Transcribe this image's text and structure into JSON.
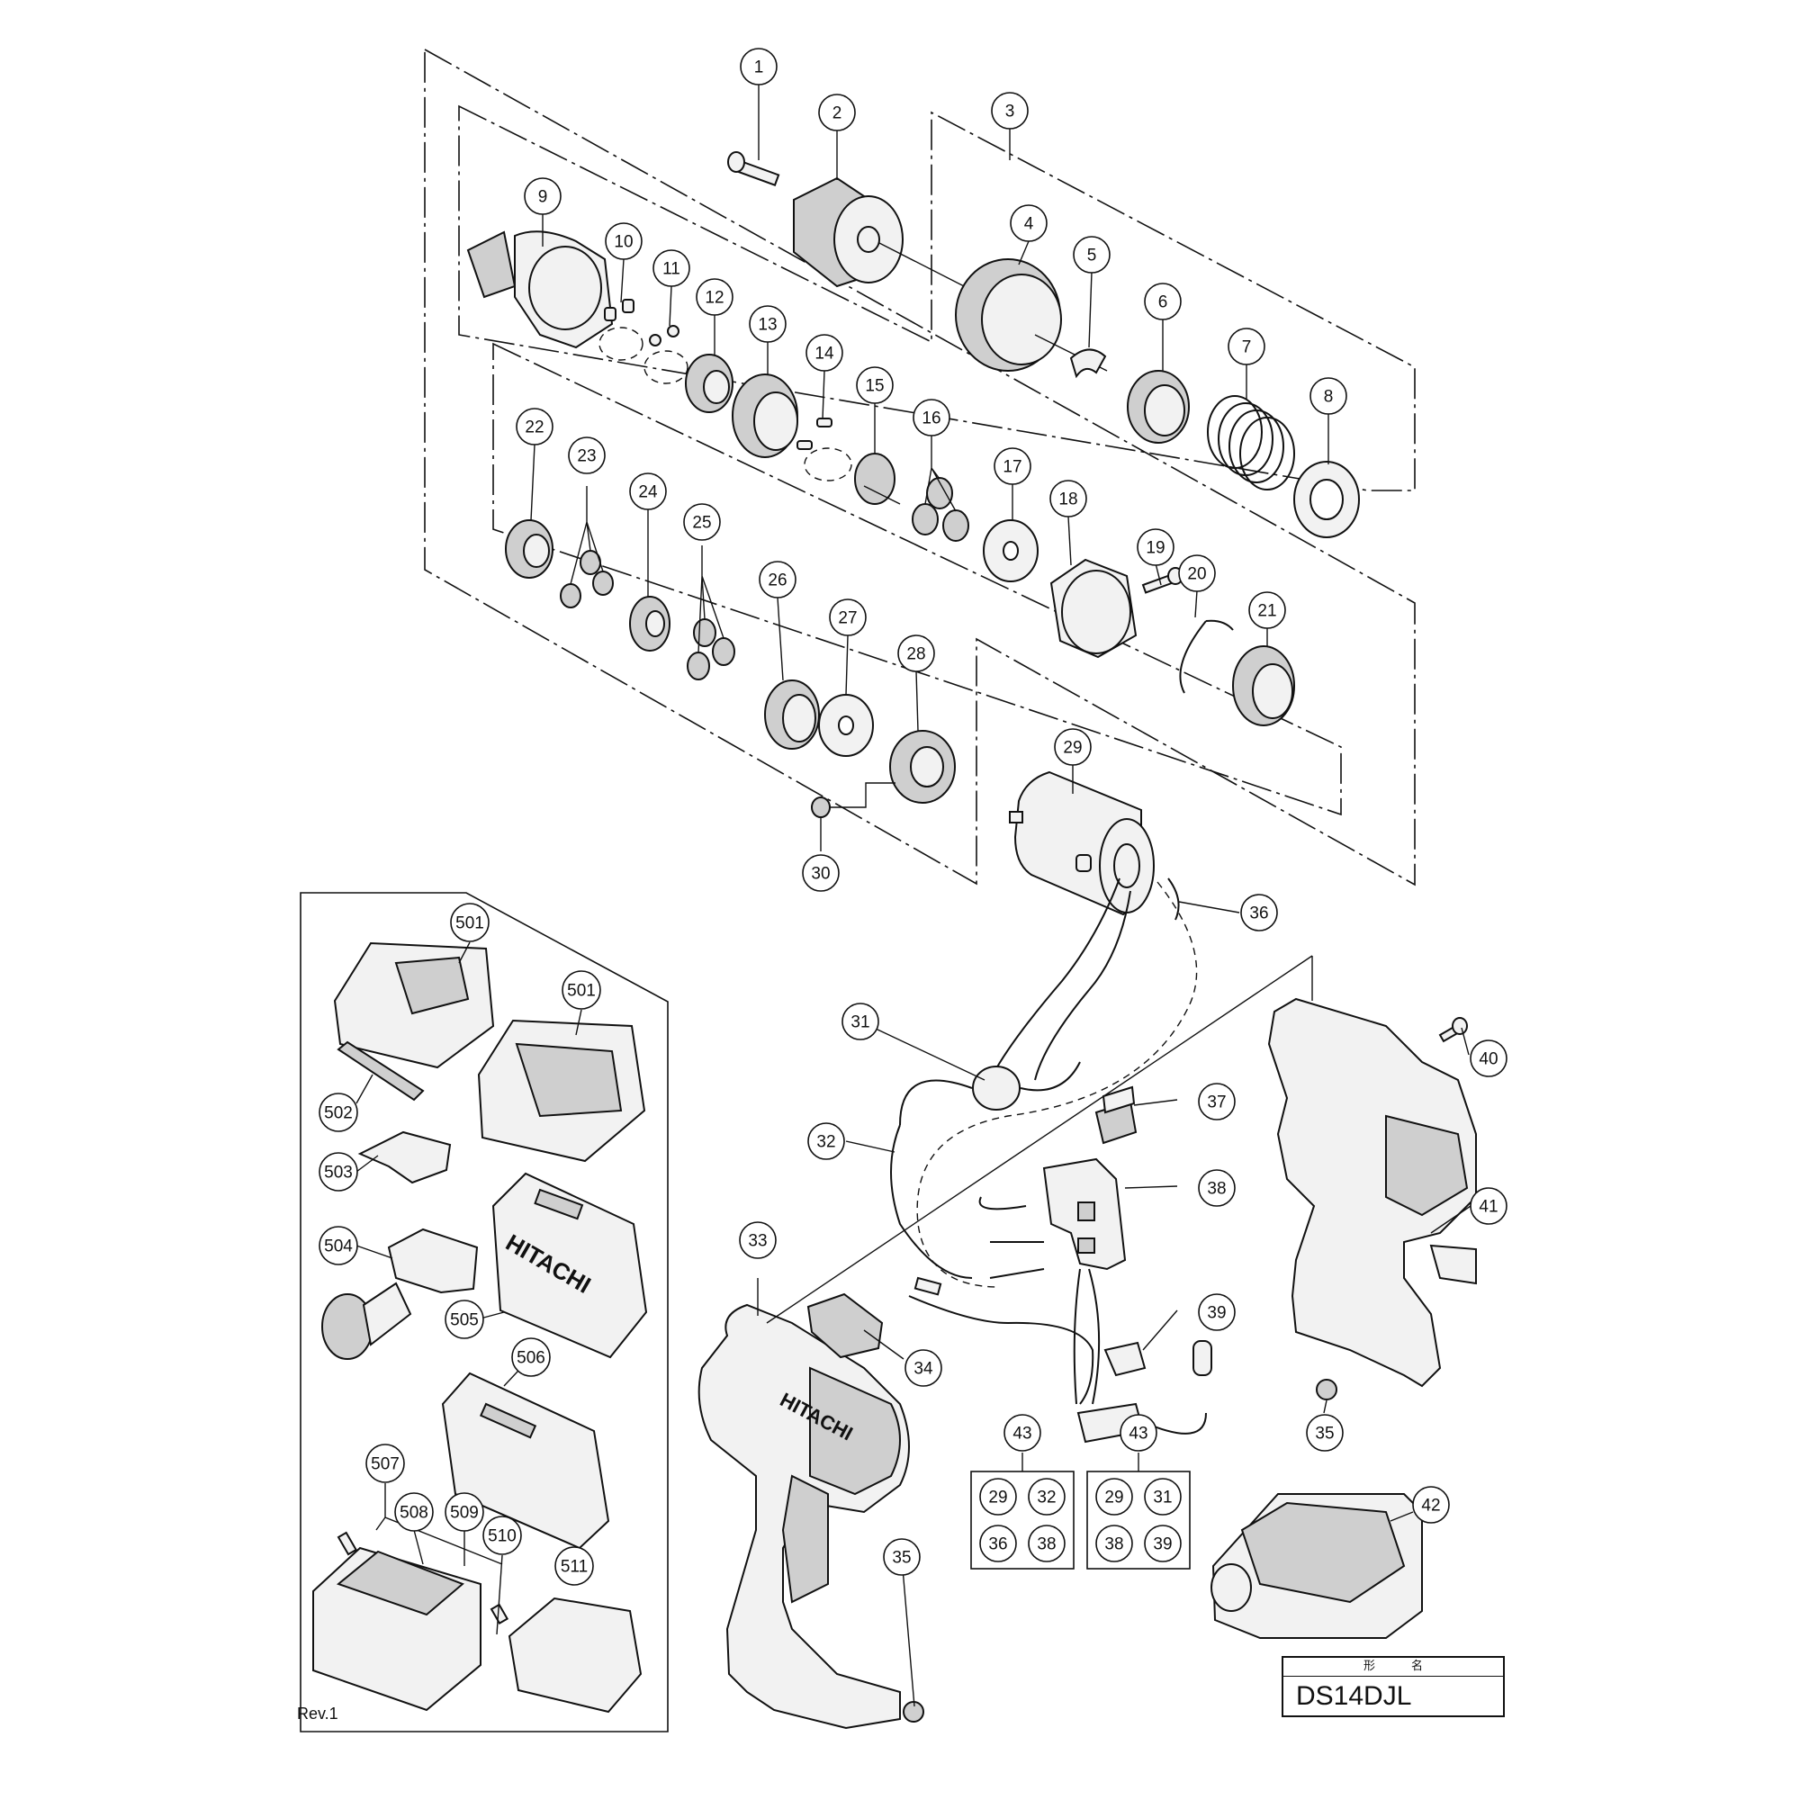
{
  "diagram": {
    "callouts": [
      {
        "id": "c1",
        "text": "1"
      },
      {
        "id": "c2",
        "text": "2"
      },
      {
        "id": "c3",
        "text": "3"
      },
      {
        "id": "c4",
        "text": "4"
      },
      {
        "id": "c5",
        "text": "5"
      },
      {
        "id": "c6",
        "text": "6"
      },
      {
        "id": "c7",
        "text": "7"
      },
      {
        "id": "c8",
        "text": "8"
      },
      {
        "id": "c9",
        "text": "9"
      },
      {
        "id": "c10",
        "text": "10"
      },
      {
        "id": "c11",
        "text": "11"
      },
      {
        "id": "c12",
        "text": "12"
      },
      {
        "id": "c13",
        "text": "13"
      },
      {
        "id": "c14",
        "text": "14"
      },
      {
        "id": "c15",
        "text": "15"
      },
      {
        "id": "c16",
        "text": "16"
      },
      {
        "id": "c17",
        "text": "17"
      },
      {
        "id": "c18",
        "text": "18"
      },
      {
        "id": "c19",
        "text": "19"
      },
      {
        "id": "c20",
        "text": "20"
      },
      {
        "id": "c21",
        "text": "21"
      },
      {
        "id": "c22",
        "text": "22"
      },
      {
        "id": "c23",
        "text": "23"
      },
      {
        "id": "c24",
        "text": "24"
      },
      {
        "id": "c25",
        "text": "25"
      },
      {
        "id": "c26",
        "text": "26"
      },
      {
        "id": "c27",
        "text": "27"
      },
      {
        "id": "c28",
        "text": "28"
      },
      {
        "id": "c29",
        "text": "29"
      },
      {
        "id": "c30",
        "text": "30"
      },
      {
        "id": "c31",
        "text": "31"
      },
      {
        "id": "c32",
        "text": "32"
      },
      {
        "id": "c33",
        "text": "33"
      },
      {
        "id": "c34",
        "text": "34"
      },
      {
        "id": "c35a",
        "text": "35"
      },
      {
        "id": "c35b",
        "text": "35"
      },
      {
        "id": "c36",
        "text": "36"
      },
      {
        "id": "c37",
        "text": "37"
      },
      {
        "id": "c38",
        "text": "38"
      },
      {
        "id": "c39",
        "text": "39"
      },
      {
        "id": "c40",
        "text": "40"
      },
      {
        "id": "c41",
        "text": "41"
      },
      {
        "id": "c42",
        "text": "42"
      },
      {
        "id": "c43a",
        "text": "43"
      },
      {
        "id": "c43b",
        "text": "43"
      },
      {
        "id": "c501a",
        "text": "501"
      },
      {
        "id": "c501b",
        "text": "501"
      },
      {
        "id": "c502",
        "text": "502"
      },
      {
        "id": "c503",
        "text": "503"
      },
      {
        "id": "c504",
        "text": "504"
      },
      {
        "id": "c505",
        "text": "505"
      },
      {
        "id": "c506",
        "text": "506"
      },
      {
        "id": "c507",
        "text": "507"
      },
      {
        "id": "c508",
        "text": "508"
      },
      {
        "id": "c509",
        "text": "509"
      },
      {
        "id": "c510",
        "text": "510"
      },
      {
        "id": "c511",
        "text": "511"
      }
    ],
    "kit_a": [
      "29",
      "32",
      "36",
      "38"
    ],
    "kit_b": [
      "29",
      "31",
      "38",
      "39"
    ],
    "case_logo": "HITACHI",
    "housing_logo": "HITACHI"
  },
  "footer": {
    "revision": "Rev.1",
    "model_header": "形名",
    "model_name": "DS14DJL"
  }
}
